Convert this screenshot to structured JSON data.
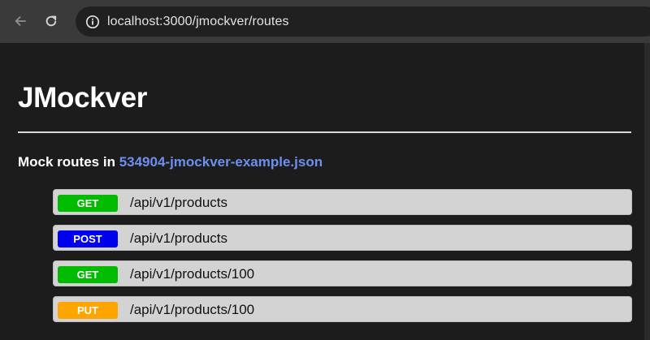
{
  "browser": {
    "url": "localhost:3000/jmockver/routes",
    "back_icon": "arrow-left-icon",
    "reload_icon": "reload-icon",
    "site_info_icon": "info-circle-icon"
  },
  "page": {
    "title": "JMockver",
    "subtitle_prefix": "Mock routes in ",
    "file_name": "534904-jmockver-example.json",
    "link_color": "#6f8ff0"
  },
  "routes": [
    {
      "method": "GET",
      "path": "/api/v1/products",
      "color": "#00bb00"
    },
    {
      "method": "POST",
      "path": "/api/v1/products",
      "color": "#0000ee"
    },
    {
      "method": "GET",
      "path": "/api/v1/products/100",
      "color": "#00bb00"
    },
    {
      "method": "PUT",
      "path": "/api/v1/products/100",
      "color": "#ffa500"
    }
  ]
}
